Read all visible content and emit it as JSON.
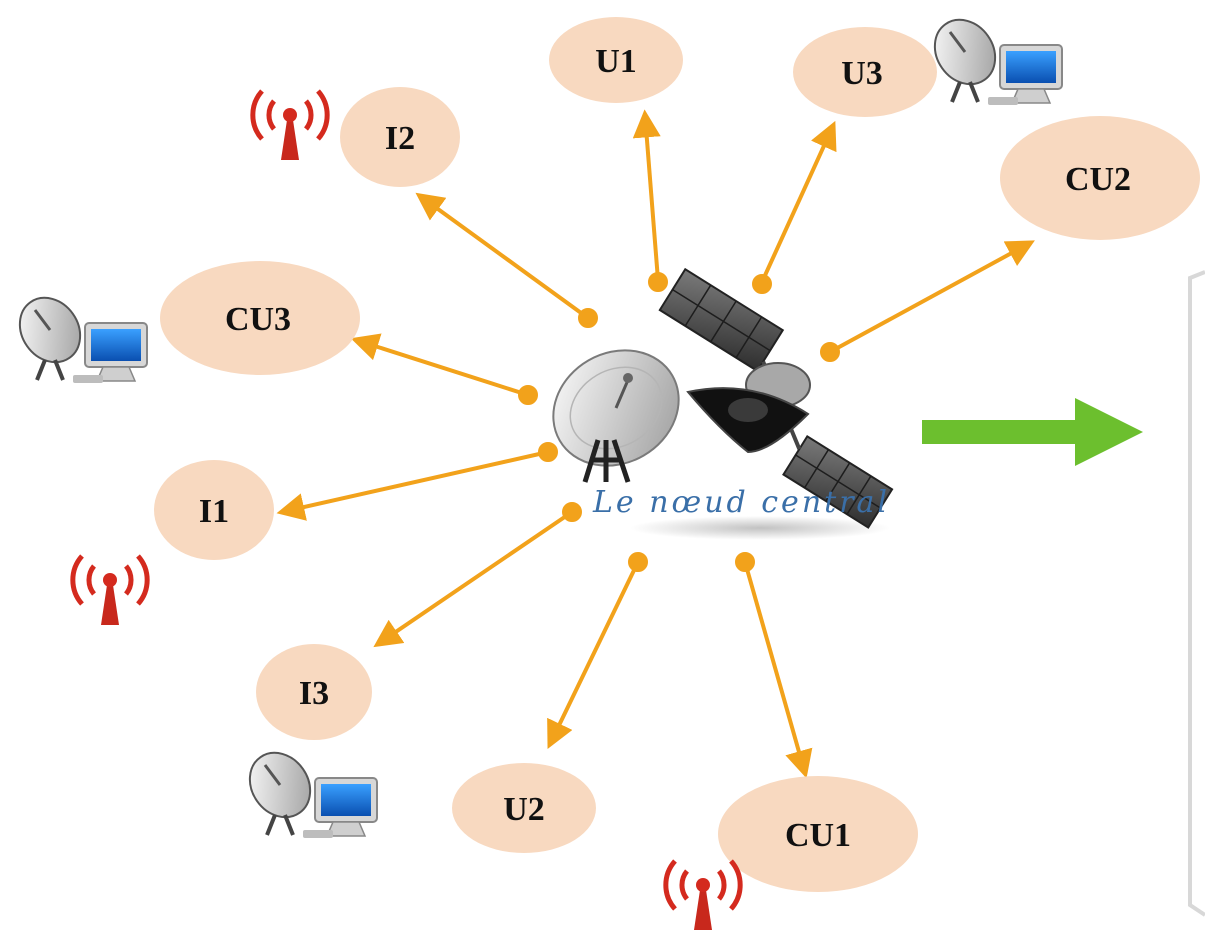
{
  "diagram": {
    "center": {
      "label": "Le nœud central"
    },
    "nodes": [
      {
        "id": "U1",
        "label": "U1"
      },
      {
        "id": "U3",
        "label": "U3"
      },
      {
        "id": "CU2",
        "label": "CU2"
      },
      {
        "id": "I2",
        "label": "I2"
      },
      {
        "id": "CU3",
        "label": "CU3"
      },
      {
        "id": "I1",
        "label": "I1"
      },
      {
        "id": "I3",
        "label": "I3"
      },
      {
        "id": "U2",
        "label": "U2"
      },
      {
        "id": "CU1",
        "label": "CU1"
      }
    ],
    "colors": {
      "node_fill": "#f8d9c0",
      "arrow": "#f2a21b",
      "output_arrow": "#6cbf2e",
      "center_text": "#3a6fa8",
      "antenna_icon": "#d42a1e"
    },
    "icons": {
      "I2": "radio-antenna-icon",
      "I1": "radio-antenna-icon",
      "CU1": "radio-antenna-icon",
      "U3": "satellite-dish-computer-icon",
      "CU3": "satellite-dish-computer-icon",
      "I3": "satellite-dish-computer-icon",
      "center": "satellite-icon"
    }
  }
}
